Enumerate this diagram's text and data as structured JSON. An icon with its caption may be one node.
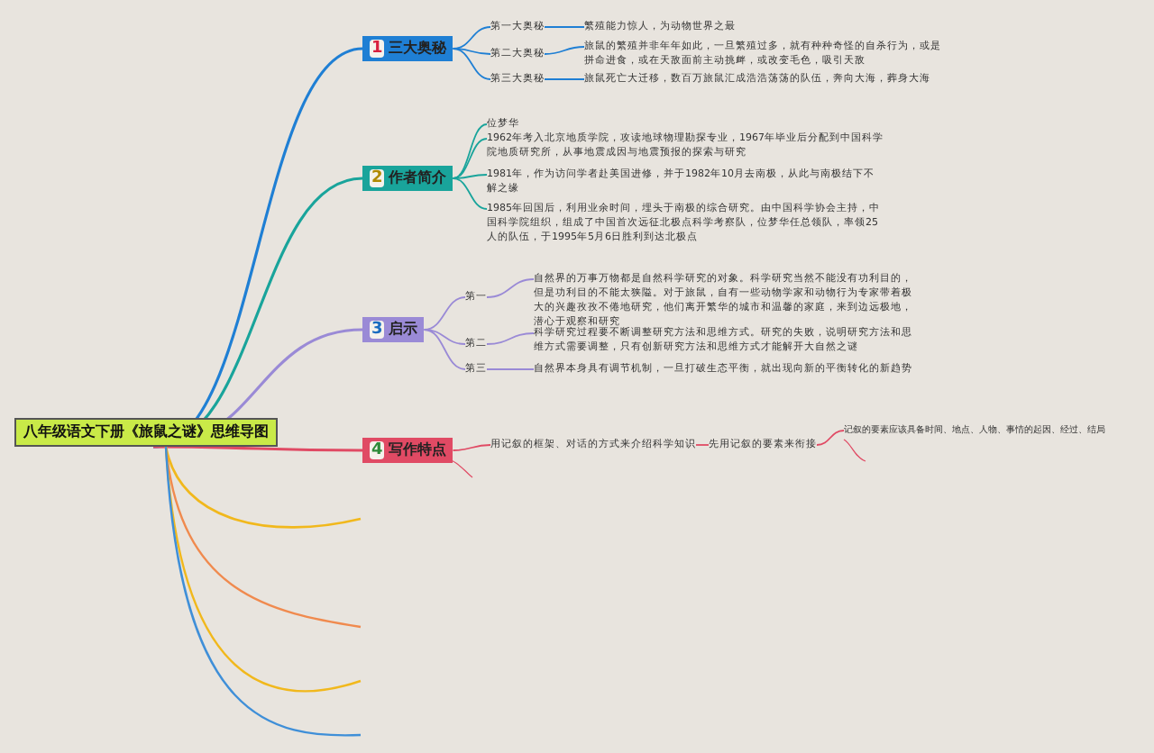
{
  "diagram": {
    "nodes": [
      {
        "text": [
          "八年级语文下册《旅鼠之谜》思维导图"
        ]
      },
      {
        "text": [
          "1",
          "三大奥秘"
        ]
      },
      {
        "text": [
          "第一大奥秘"
        ]
      },
      {
        "text": [
          "繁殖能力惊人，为动物世界之最"
        ]
      },
      {
        "text": [
          "第二大奥秘"
        ]
      },
      {
        "text": [
          "旅鼠的繁殖并非年年如此，一旦繁殖过多，就有种种奇怪的自杀行为，或是拼命进食，或在天敌面前主动挑衅，或改变毛色，吸引天敌"
        ]
      },
      {
        "text": [
          "第三大奥秘"
        ]
      },
      {
        "text": [
          "旅鼠死亡大迁移，数百万旅鼠汇成浩浩荡荡的队伍，奔向大海，葬身大海"
        ]
      },
      {
        "text": [
          "2",
          "作者简介"
        ]
      },
      {
        "text": [
          "位梦华"
        ]
      },
      {
        "text": [
          "1962年考入北京地质学院，攻读地球物理勘探专业，1967年毕业后分配到中国科学院地质研究所，从事地震成因与地震预报的探索与研究"
        ]
      },
      {
        "text": [
          "1981年，作为访问学者赴美国进修，并于1982年10月去南极，从此与南极结下不解之缘"
        ]
      },
      {
        "text": [
          "1985年回国后，利用业余时间，埋头于南极的综合研究。由中国科学协会主持，中国科学院组织，组成了中国首次远征北极点科学考察队，位梦华任总领队，率领25人的队伍，于1995年5月6日胜利到达北极点"
        ]
      },
      {
        "text": [
          "3",
          "启示"
        ]
      },
      {
        "text": [
          "第一"
        ]
      },
      {
        "text": [
          "自然界的万事万物都是自然科学研究的对象。科学研究当然不能没有功利目的，但是功利目的不能太狭隘。对于旅鼠，自有一些动物学家和动物行为专家带着极大的兴趣孜孜不倦地研究，他们离开繁华的城市和温馨的家庭，来到边远极地，潜心于观察和研究"
        ]
      },
      {
        "text": [
          "第二"
        ]
      },
      {
        "text": [
          "科学研究过程要不断调整研究方法和思维方式。研究的失败，说明研究方法和思维方式需要调整，只有创新研究方法和思维方式才能解开大自然之谜"
        ]
      },
      {
        "text": [
          "第三"
        ]
      },
      {
        "text": [
          "自然界本身具有调节机制，一旦打破生态平衡，就出现向新的平衡转化的新趋势"
        ]
      },
      {
        "text": [
          "4",
          "写作特点"
        ]
      },
      {
        "text": [
          "用记叙的框架、对话的方式来介绍科学知识"
        ]
      },
      {
        "text": [
          "先用记叙的要素来衔接"
        ]
      },
      {
        "text": [
          "记叙的要素应该具备时间、地点、人物、事情的起因、经过、结局"
        ]
      }
    ],
    "edges": [
      {
        "from": 0,
        "to": 1,
        "arrow": "none",
        "color": "#1f7fd4"
      },
      {
        "from": 1,
        "to": 2,
        "arrow": "none",
        "color": "#1f7fd4"
      },
      {
        "from": 2,
        "to": 3,
        "arrow": "none",
        "color": "#1f7fd4"
      },
      {
        "from": 1,
        "to": 4,
        "arrow": "none",
        "color": "#1f7fd4"
      },
      {
        "from": 4,
        "to": 5,
        "arrow": "none",
        "color": "#1f7fd4"
      },
      {
        "from": 1,
        "to": 6,
        "arrow": "none",
        "color": "#1f7fd4"
      },
      {
        "from": 6,
        "to": 7,
        "arrow": "none",
        "color": "#1f7fd4"
      },
      {
        "from": 0,
        "to": 8,
        "arrow": "none",
        "color": "#19a49b"
      },
      {
        "from": 8,
        "to": 9,
        "arrow": "none",
        "color": "#19a49b"
      },
      {
        "from": 8,
        "to": 10,
        "arrow": "none",
        "color": "#19a49b"
      },
      {
        "from": 8,
        "to": 11,
        "arrow": "none",
        "color": "#19a49b"
      },
      {
        "from": 8,
        "to": 12,
        "arrow": "none",
        "color": "#19a49b"
      },
      {
        "from": 0,
        "to": 13,
        "arrow": "none",
        "color": "#9a8ad6"
      },
      {
        "from": 13,
        "to": 14,
        "arrow": "none",
        "color": "#9a8ad6"
      },
      {
        "from": 14,
        "to": 15,
        "arrow": "none",
        "color": "#9a8ad6"
      },
      {
        "from": 13,
        "to": 16,
        "arrow": "none",
        "color": "#9a8ad6"
      },
      {
        "from": 16,
        "to": 17,
        "arrow": "none",
        "color": "#9a8ad6"
      },
      {
        "from": 13,
        "to": 18,
        "arrow": "none",
        "color": "#9a8ad6"
      },
      {
        "from": 18,
        "to": 19,
        "arrow": "none",
        "color": "#9a8ad6"
      },
      {
        "from": 0,
        "to": 20,
        "arrow": "none",
        "color": "#e04a64"
      },
      {
        "from": 20,
        "to": 21,
        "arrow": "none",
        "color": "#e04a64"
      },
      {
        "from": 21,
        "to": 22,
        "arrow": "none",
        "color": "#e04a64"
      },
      {
        "from": 22,
        "to": 23,
        "arrow": "none",
        "color": "#e04a64"
      }
    ]
  }
}
